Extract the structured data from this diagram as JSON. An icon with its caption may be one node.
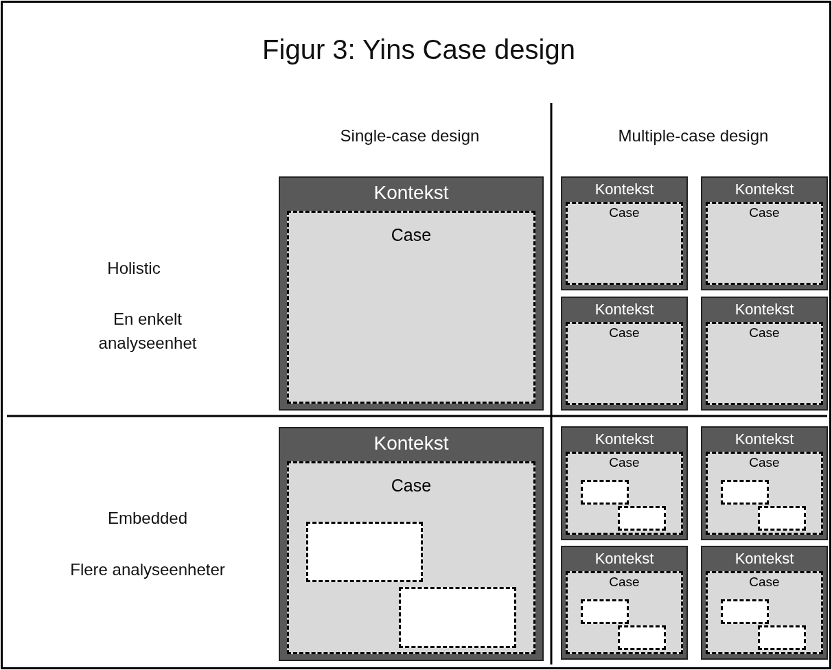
{
  "diagram": {
    "title": "Figur 3: Yins Case design",
    "nodes": [
      {
        "text": [
          "Kontekst"
        ]
      },
      {
        "text": [
          "Case"
        ],
        "in": 0
      },
      {
        "text": [
          "Kontekst"
        ]
      },
      {
        "text": [
          "Case"
        ],
        "in": 2
      },
      {
        "text": [
          "Kontekst"
        ]
      },
      {
        "text": [
          "Case"
        ],
        "in": 4
      },
      {
        "text": [
          "Kontekst"
        ]
      },
      {
        "text": [
          "Case"
        ],
        "in": 6
      },
      {
        "text": [
          "Kontekst"
        ]
      },
      {
        "text": [
          "Case"
        ],
        "in": 8
      },
      {
        "text": [
          "Kontekst"
        ]
      },
      {
        "text": [
          "Case"
        ],
        "in": 10
      },
      {
        "text": [],
        "shape": "box",
        "in": 11
      },
      {
        "text": [],
        "shape": "box",
        "in": 11
      },
      {
        "text": [
          "Kontekst"
        ]
      },
      {
        "text": [
          "Case"
        ],
        "in": 14
      },
      {
        "text": [],
        "shape": "box",
        "in": 15
      },
      {
        "text": [],
        "shape": "box",
        "in": 15
      },
      {
        "text": [
          "Kontekst"
        ]
      },
      {
        "text": [
          "Case"
        ],
        "in": 18
      },
      {
        "text": [],
        "shape": "box",
        "in": 19
      },
      {
        "text": [],
        "shape": "box",
        "in": 19
      },
      {
        "text": [
          "Kontekst"
        ]
      },
      {
        "text": [
          "Case"
        ],
        "in": 22
      },
      {
        "text": [],
        "shape": "box",
        "in": 23
      },
      {
        "text": [],
        "shape": "box",
        "in": 23
      },
      {
        "text": [
          "Kontekst"
        ]
      },
      {
        "text": [
          "Case"
        ],
        "in": 26
      },
      {
        "text": [],
        "shape": "box",
        "in": 27
      },
      {
        "text": [],
        "shape": "box",
        "in": 27
      }
    ],
    "labels": [
      "Single-case design",
      "Multiple-case design",
      "Holistic",
      "En enkelt analyseenhet",
      "Embedded",
      "Flere analyseenheter"
    ]
  }
}
